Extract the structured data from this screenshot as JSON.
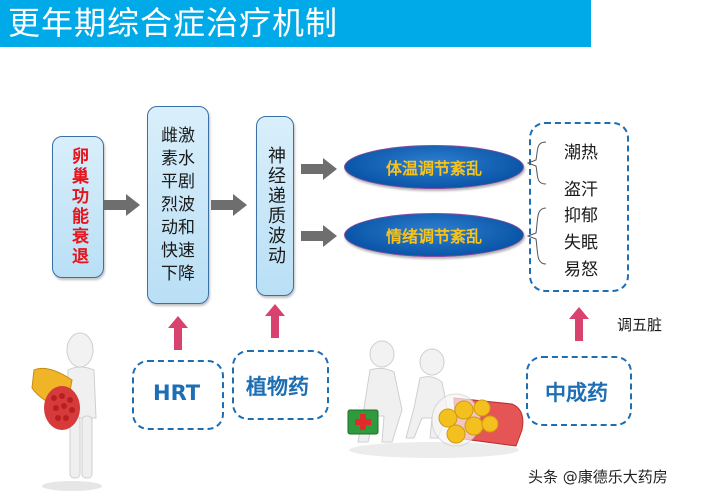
{
  "header": {
    "title": "更年期综合症治疗机制",
    "color": "#00a9e8"
  },
  "flow": {
    "box1": {
      "text": "卵巢功能衰退",
      "color": "#e6141c"
    },
    "box2": {
      "text": "雌激素水平剧烈波动和快速下降"
    },
    "box3": {
      "text": "神经递质波动"
    },
    "ellipse1": {
      "text": "体温调节紊乱"
    },
    "ellipse2": {
      "text": "情绪调节紊乱"
    }
  },
  "symptoms": {
    "group1": [
      "潮热",
      "盗汗"
    ],
    "group2": [
      "抑郁",
      "失眠",
      "易怒"
    ]
  },
  "treatments": {
    "hrt": "HRT",
    "herbal": "植物药",
    "tcm": "中成药",
    "tcm_note": "调五脏"
  },
  "illustrations": {
    "left": "person-with-pill-capsule",
    "middle": "people-with-medkit-and-capsule"
  },
  "watermark": "头条 @康德乐大药房"
}
